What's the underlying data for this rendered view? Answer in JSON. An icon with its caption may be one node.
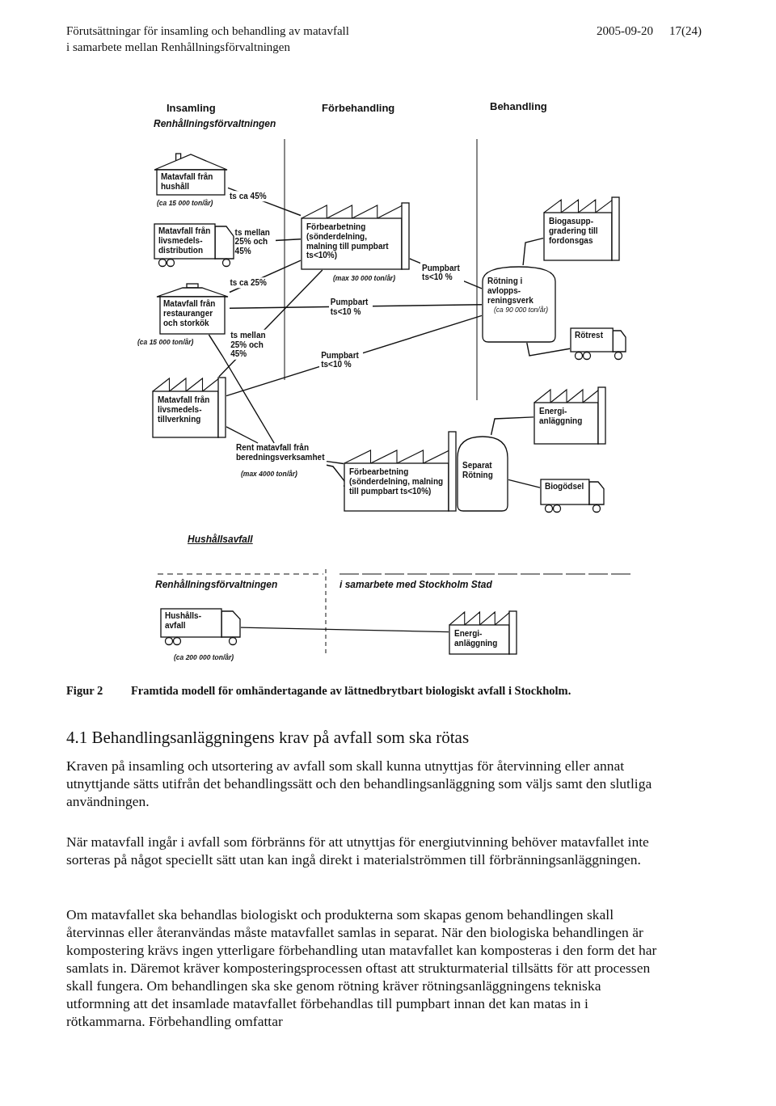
{
  "diagram": {
    "caption": "Framtida modell för omhändertagande av lättnedbrytbart biologiskt avfall i Stockholm.",
    "nodes": [
      {
        "text": [
          "Matavfall från hushåll"
        ],
        "beside": [
          "(ca 15 000 ton/år)"
        ]
      },
      {
        "text": [
          "Matavfall från livsmedels-distribution"
        ]
      },
      {
        "text": [
          "Matavfall från restauranger och storkök"
        ],
        "beside": [
          "(ca 15 000 ton/år)"
        ]
      },
      {
        "text": [
          "Förbearbetning (sönderdelning, malning till pumpbart ts<10%)"
        ],
        "beside": [
          "(max 30 000 ton/år)"
        ]
      },
      {
        "text": [
          "Rötning i avlopps-reningsverk",
          "(ca 90 000 ton/år)"
        ]
      },
      {
        "text": [
          "Biogasupp-gradering till fordonsgas"
        ]
      },
      {
        "text": [
          "Rötrest"
        ]
      },
      {
        "text": [
          "Matavfall från livsmedels-tillverkning"
        ]
      },
      {
        "text": [
          "Förbearbetning (sönderdelning, malning till pumpbart ts<10%)"
        ]
      },
      {
        "text": [
          "Separat Rötning"
        ]
      },
      {
        "text": [
          "Energi-anläggning"
        ]
      },
      {
        "text": [
          "Biogödsel"
        ]
      },
      {
        "text": [
          "Hushålls-avfall"
        ],
        "beside": [
          "(ca 200 000 ton/år)"
        ]
      },
      {
        "text": [
          "Energi-anläggning"
        ]
      },
      {
        "text": [
          "Rent matavfall från beredningsverksamhet"
        ],
        "beside": [
          "(max 4000 ton/år)"
        ]
      }
    ],
    "edges": [
      {
        "from": 0,
        "to": 3,
        "arrow": "none",
        "label": "ts ca 45%"
      },
      {
        "from": 1,
        "to": 3,
        "arrow": "none",
        "label": "ts mellan 25% och 45%"
      },
      {
        "from": 2,
        "to": 3,
        "arrow": "none",
        "label": "ts ca 25%"
      },
      {
        "from": 7,
        "to": 3,
        "arrow": "none",
        "label": "ts mellan 25% och 45%"
      },
      {
        "from": 3,
        "to": 4,
        "arrow": "none",
        "label": "Pumpbart ts<10 %"
      },
      {
        "from": 2,
        "to": 4,
        "arrow": "none",
        "label": "Pumpbart ts<10 %"
      },
      {
        "from": 7,
        "to": 4,
        "arrow": "none",
        "label": "Pumpbart ts<10 %"
      },
      {
        "from": 2,
        "to": 14,
        "arrow": "none"
      },
      {
        "from": 7,
        "to": 14,
        "arrow": "none"
      },
      {
        "from": 14,
        "to": 8,
        "arrow": "none"
      },
      {
        "from": 14,
        "to": 8,
        "arrow": "none"
      },
      {
        "from": 4,
        "to": 5,
        "arrow": "none"
      },
      {
        "from": 4,
        "to": 6,
        "arrow": "none"
      },
      {
        "from": 9,
        "to": 10,
        "arrow": "none"
      },
      {
        "from": 9,
        "to": 11,
        "arrow": "none"
      },
      {
        "from": 12,
        "to": 13,
        "arrow": "none"
      }
    ],
    "labels": [
      "Förutsättningar för insamling och behandling av matavfall",
      "i samarbete mellan Renhållningsförvaltningen",
      "2005-09-20",
      "17(24)",
      "Insamling",
      "Renhållningsförvaltningen",
      "Förbehandling",
      "Behandling",
      "Hushållsavfall",
      "Renhållningsförvaltningen",
      "i samarbete med Stockholm Stad",
      "Figur 2",
      "4.1 Behandlingsanläggningens krav på avfall som ska rötas",
      "Kraven på insamling och utsortering av avfall som skall kunna utnyttjas för återvinning eller annat utnyttjande sätts utifrån det behandlingssätt och den behandlingsanläggning som väljs samt den slutliga användningen.",
      "När matavfall ingår i avfall som förbränns för att utnyttjas för energiutvinning behöver matavfallet inte sorteras på något speciellt sätt utan kan ingå direkt i materialströmmen till förbränningsanläggningen.",
      "Om matavfallet ska behandlas biologiskt och produkterna som skapas genom behandlingen skall återvinnas eller återanvändas måste matavfallet samlas in separat. När den biologiska behandlingen är kompostering krävs ingen ytterligare förbehandling utan matavfallet kan komposteras i den form det har samlats in. Däremot kräver komposteringsprocessen oftast att strukturmaterial tillsätts för att processen skall fungera. Om behandlingen ska ske genom rötning kräver rötningsanläggningens tekniska utformning att det insamlade matavfallet förbehandlas till pumpbart innan det kan matas in i rötkammarna. Förbehandling omfattar"
    ]
  }
}
